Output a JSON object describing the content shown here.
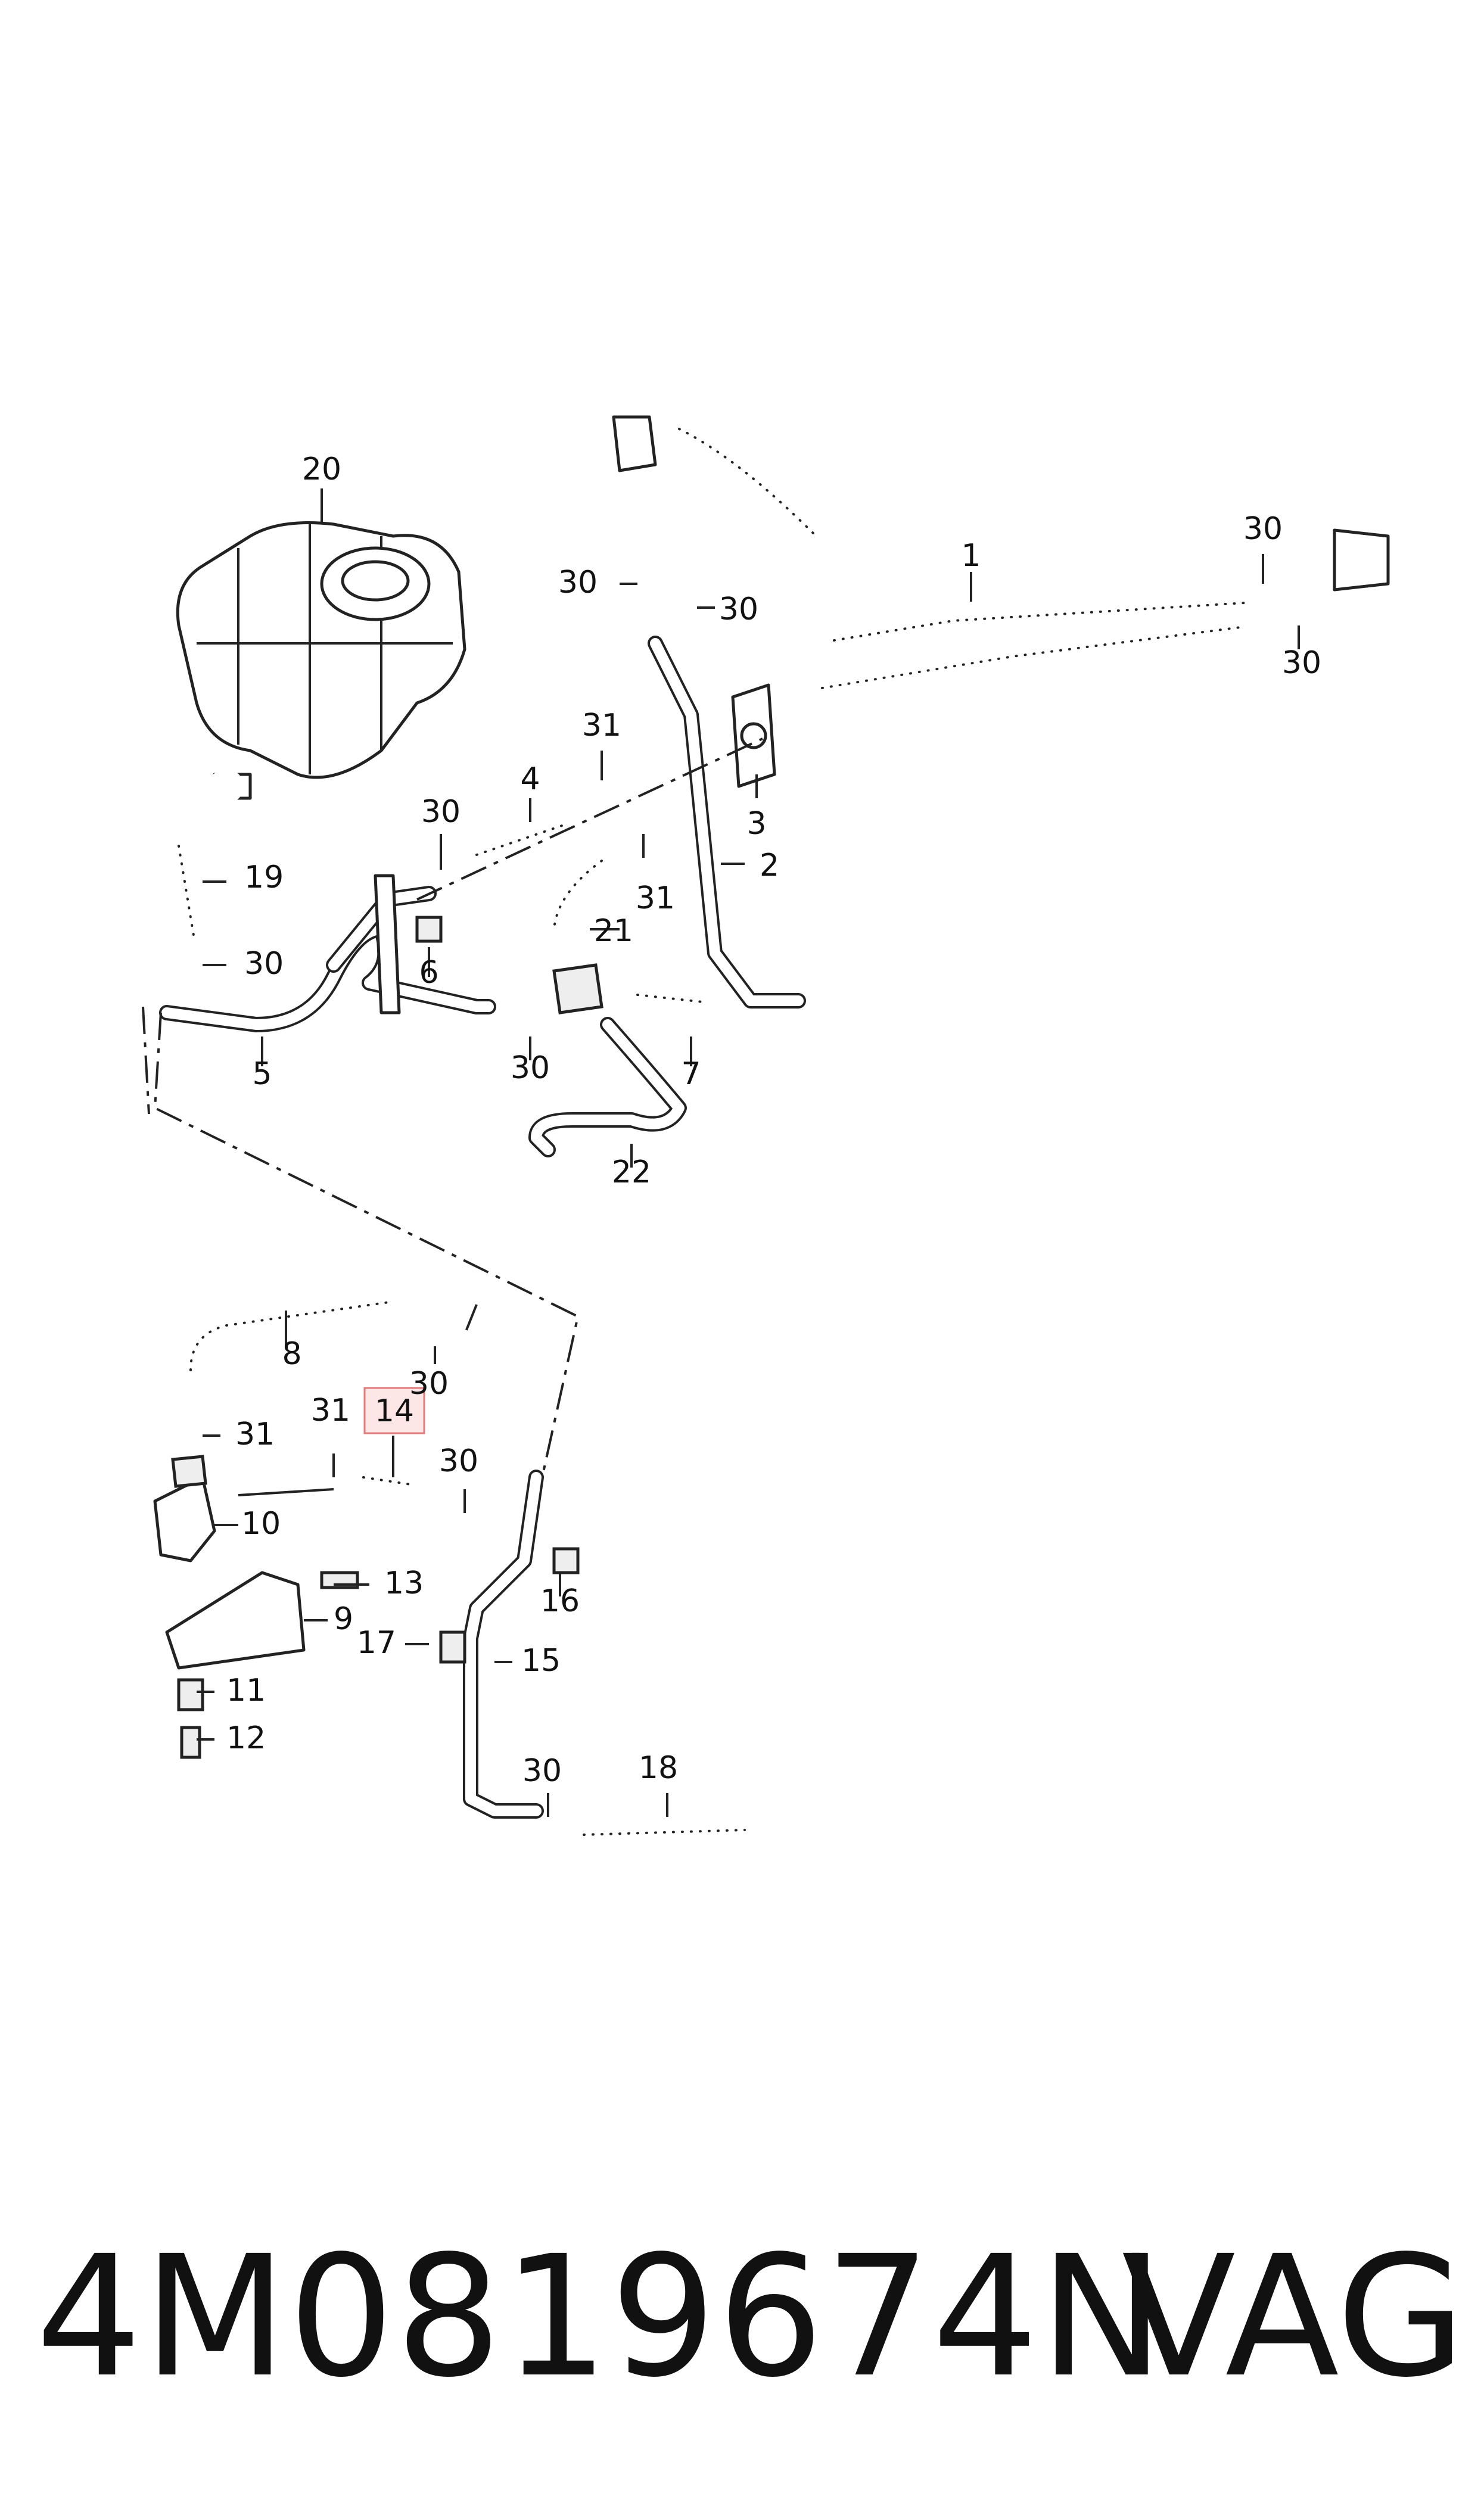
{
  "callouts": {
    "c1": "1",
    "c2": "2",
    "c3": "3",
    "c4": "4",
    "c5": "5",
    "c6": "6",
    "c7": "7",
    "c8": "8",
    "c9": "9",
    "c10": "10",
    "c11": "11",
    "c12": "12",
    "c13": "13",
    "c14": "14",
    "c15": "15",
    "c16": "16",
    "c17": "17",
    "c18": "18",
    "c19": "19",
    "c20": "20",
    "c21": "21",
    "c22": "22",
    "c30a": "30",
    "c30b": "30",
    "c30c": "30",
    "c30d": "30",
    "c30e": "30",
    "c30f": "30",
    "c30g": "30",
    "c30h": "30",
    "c30i": "30",
    "c30j": "30",
    "c31a": "31",
    "c31b": "31",
    "c31c": "31",
    "c31d": "31"
  },
  "highlight": {
    "color": "#e07b7b",
    "part": "14"
  },
  "footer": {
    "part_number": "4M0819674N",
    "brand": "VAG"
  }
}
